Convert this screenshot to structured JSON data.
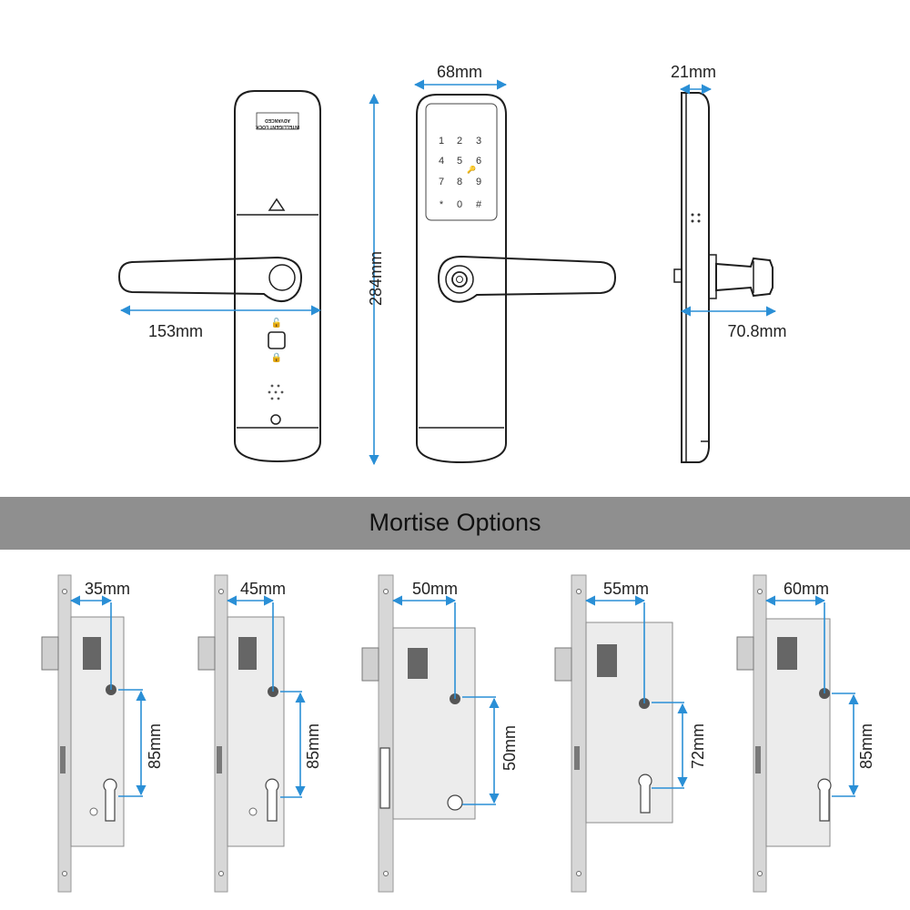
{
  "top_dimensions": {
    "front_width": "68mm",
    "side_depth": "21mm",
    "height": "284mm",
    "handle_length": "153mm",
    "handle_projection": "70.8mm"
  },
  "keypad": {
    "keys": [
      "1",
      "2",
      "3",
      "4",
      "5",
      "6",
      "7",
      "8",
      "9",
      "*",
      "0",
      "#"
    ]
  },
  "back_logo": [
    "ADVANCED",
    "INTELLIGENT LOCK"
  ],
  "banner": {
    "title": "Mortise Options",
    "background": "#8f8f8f"
  },
  "mortises": [
    {
      "backset": "35mm",
      "center": "85mm"
    },
    {
      "backset": "45mm",
      "center": "85mm"
    },
    {
      "backset": "50mm",
      "center": "50mm"
    },
    {
      "backset": "55mm",
      "center": "72mm"
    },
    {
      "backset": "60mm",
      "center": "85mm"
    }
  ],
  "colors": {
    "dimension": "#2a8fd6",
    "outline": "#1e1e1e",
    "steel": "#d7d7d7"
  }
}
